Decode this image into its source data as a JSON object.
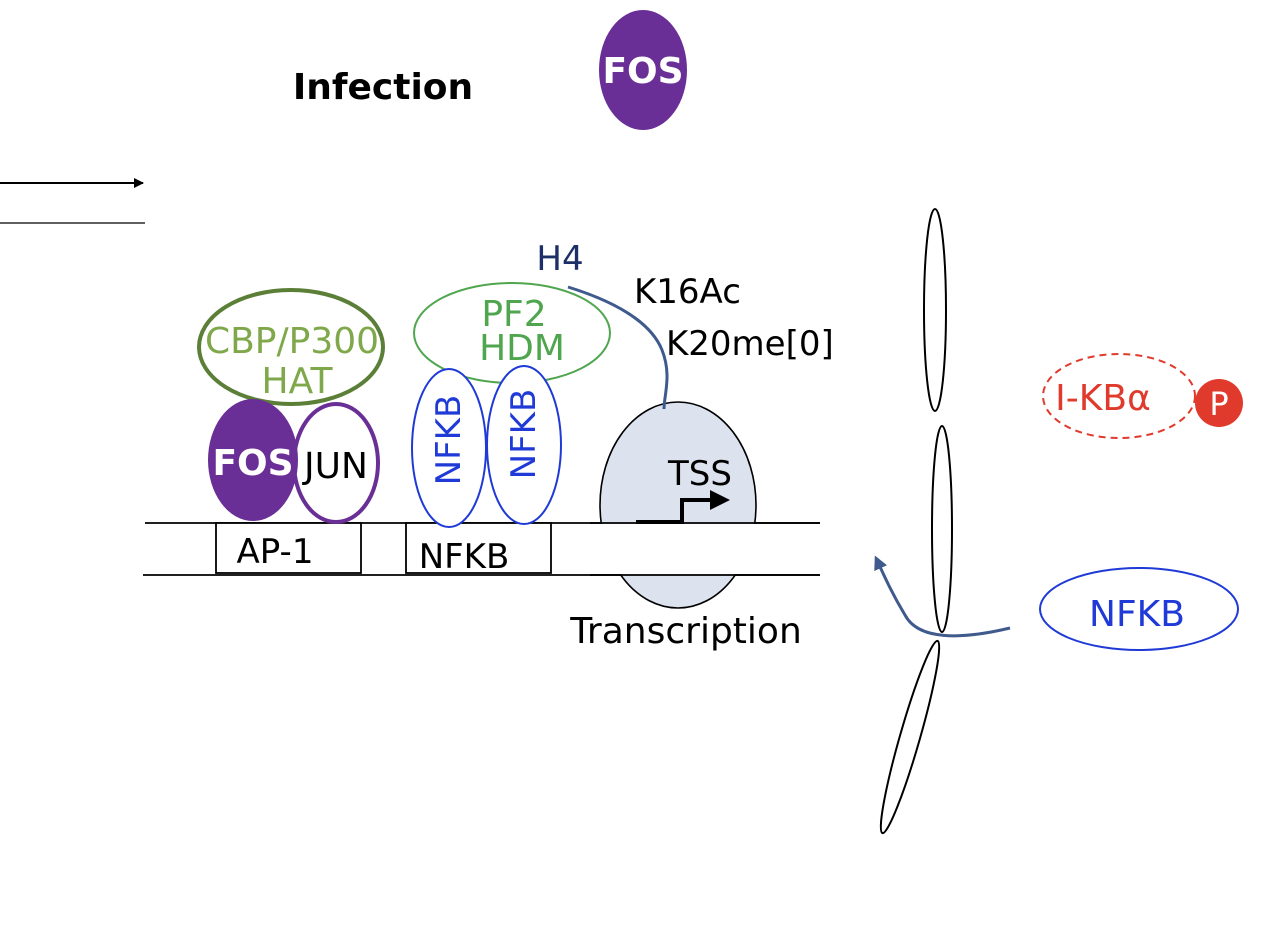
{
  "labels": {
    "infection": "Infection",
    "fos_top": "FOS",
    "h4": "H4",
    "k16ac": "K16Ac",
    "k20me": "K20me[0]",
    "cbp_line1": "CBP/P300",
    "cbp_line2": "HAT",
    "pf2_line1": "PF2",
    "pf2_line2": "HDM",
    "fos": "FOS",
    "jun": "JUN",
    "nfkb_left": "NFKB",
    "nfkb_right": "NFKB",
    "tss": "TSS",
    "ap1_box": "AP-1",
    "nfkb_box": "NFKB",
    "transcription": "Transcription",
    "ikba": "I-KBα",
    "phospho": "P",
    "nfkb_cyto": "NFKB"
  },
  "colors": {
    "purple": "#6a2f96",
    "purple_outline": "#6a2f96",
    "blue": "#1f3ad6",
    "green_text": "#7fa84a",
    "green_outline": "#5c7f37",
    "light_green": "#4fa64f",
    "navy": "#1c2f66",
    "tss_fill": "#dce3ee",
    "red": "#e03a2c",
    "curve": "#3f5a8c"
  }
}
